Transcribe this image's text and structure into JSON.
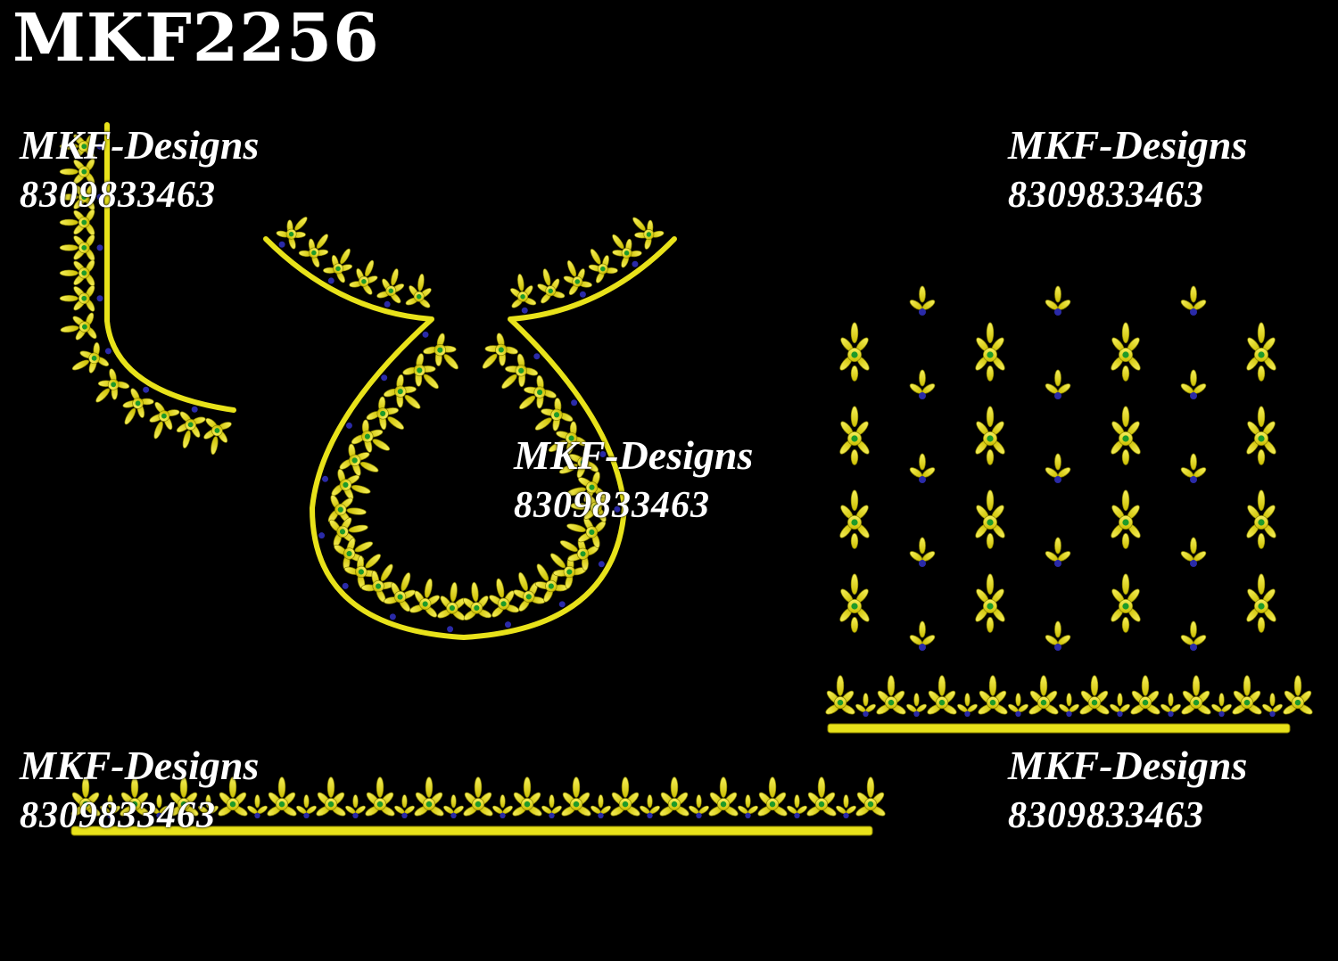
{
  "design_code": "MKF2256",
  "watermarks": [
    {
      "brand": "MKF-Designs",
      "phone": "8309833463"
    },
    {
      "brand": "MKF-Designs",
      "phone": "8309833463"
    },
    {
      "brand": "MKF-Designs",
      "phone": "8309833463"
    },
    {
      "brand": "MKF-Designs",
      "phone": "8309833463"
    },
    {
      "brand": "MKF-Designs",
      "phone": "8309833463"
    }
  ],
  "colors": {
    "background": "#000000",
    "thread_yellow": "#e8e21a",
    "thread_yellow_dark": "#8a8300",
    "bead_blue": "#2a2aa8",
    "bead_green": "#1e9a2a",
    "text": "#ffffff"
  }
}
